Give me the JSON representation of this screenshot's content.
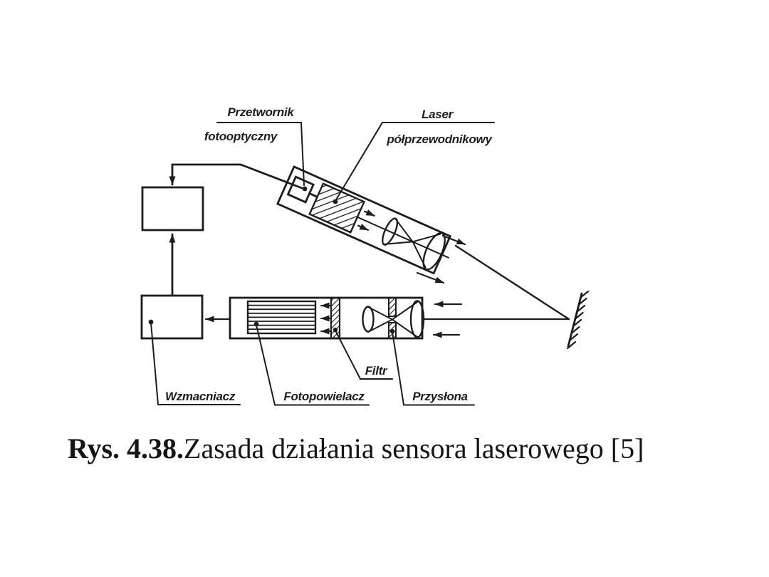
{
  "figure": {
    "caption": {
      "prefix": "Rys. 4.38.",
      "text": "Zasada działania sensora laserowego [5]"
    },
    "labels": {
      "przetwornik_1": "Przetwornik",
      "przetwornik_2": "fotooptyczny",
      "laser_1": "Laser",
      "laser_2": "półprzewodnikowy",
      "wzmacniacz": "Wzmacniacz",
      "fotopowielacz": "Fotopowielacz",
      "filtr": "Filtr",
      "przyslona": "Przysłona"
    },
    "colors": {
      "ink": "#1d1d1d",
      "paper": "#ffffff"
    }
  }
}
